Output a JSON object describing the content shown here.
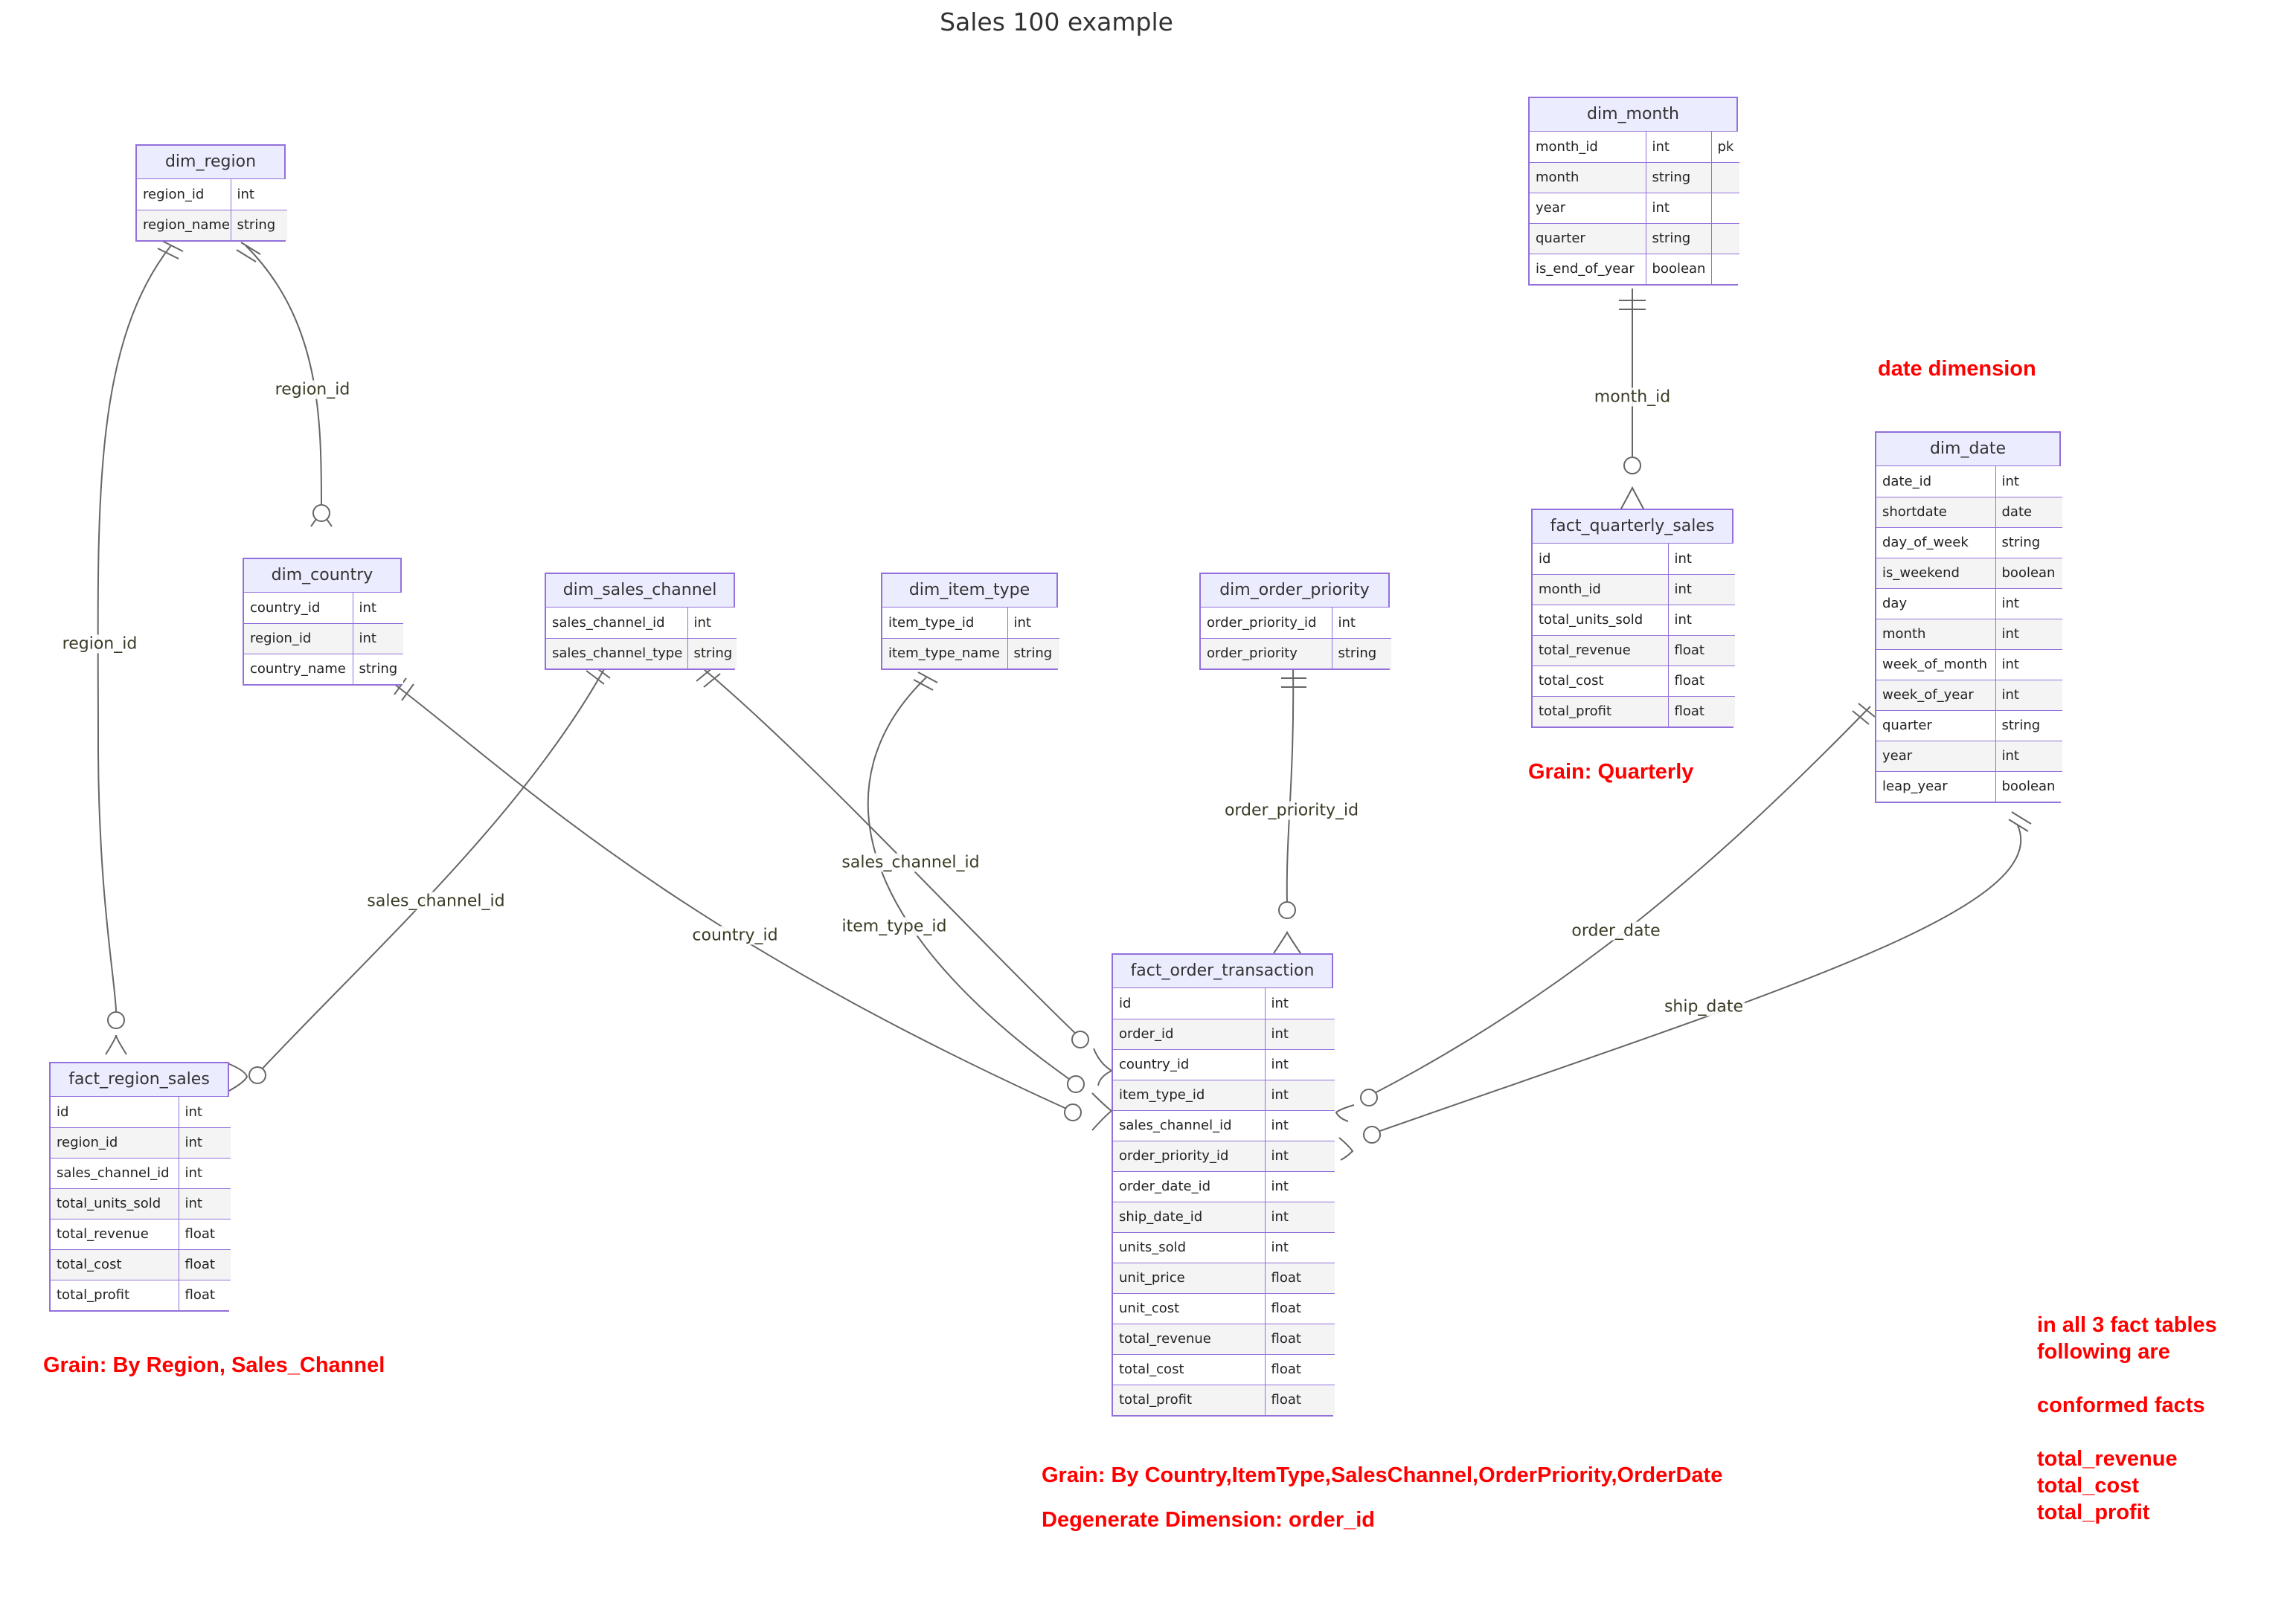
{
  "title": "Sales 100 example",
  "colors": {
    "entity_border": "#9370DB",
    "entity_header": "#ECECFF",
    "edge": "#666666",
    "note": "#FF0000"
  },
  "entities": {
    "dim_region": {
      "name": "dim_region",
      "rows": [
        [
          "region_id",
          "int"
        ],
        [
          "region_name",
          "string"
        ]
      ]
    },
    "dim_country": {
      "name": "dim_country",
      "rows": [
        [
          "country_id",
          "int"
        ],
        [
          "region_id",
          "int"
        ],
        [
          "country_name",
          "string"
        ]
      ]
    },
    "dim_sales_channel": {
      "name": "dim_sales_channel",
      "rows": [
        [
          "sales_channel_id",
          "int"
        ],
        [
          "sales_channel_type",
          "string"
        ]
      ]
    },
    "dim_item_type": {
      "name": "dim_item_type",
      "rows": [
        [
          "item_type_id",
          "int"
        ],
        [
          "item_type_name",
          "string"
        ]
      ]
    },
    "dim_order_priority": {
      "name": "dim_order_priority",
      "rows": [
        [
          "order_priority_id",
          "int"
        ],
        [
          "order_priority",
          "string"
        ]
      ]
    },
    "dim_month": {
      "name": "dim_month",
      "rows": [
        [
          "month_id",
          "int",
          "pk"
        ],
        [
          "month",
          "string",
          ""
        ],
        [
          "year",
          "int",
          ""
        ],
        [
          "quarter",
          "string",
          ""
        ],
        [
          "is_end_of_year",
          "boolean",
          ""
        ]
      ]
    },
    "fact_quarterly_sales": {
      "name": "fact_quarterly_sales",
      "rows": [
        [
          "id",
          "int"
        ],
        [
          "month_id",
          "int"
        ],
        [
          "total_units_sold",
          "int"
        ],
        [
          "total_revenue",
          "float"
        ],
        [
          "total_cost",
          "float"
        ],
        [
          "total_profit",
          "float"
        ]
      ]
    },
    "dim_date": {
      "name": "dim_date",
      "rows": [
        [
          "date_id",
          "int"
        ],
        [
          "shortdate",
          "date"
        ],
        [
          "day_of_week",
          "string"
        ],
        [
          "is_weekend",
          "boolean"
        ],
        [
          "day",
          "int"
        ],
        [
          "month",
          "int"
        ],
        [
          "week_of_month",
          "int"
        ],
        [
          "week_of_year",
          "int"
        ],
        [
          "quarter",
          "string"
        ],
        [
          "year",
          "int"
        ],
        [
          "leap_year",
          "boolean"
        ]
      ]
    },
    "fact_region_sales": {
      "name": "fact_region_sales",
      "rows": [
        [
          "id",
          "int"
        ],
        [
          "region_id",
          "int"
        ],
        [
          "sales_channel_id",
          "int"
        ],
        [
          "total_units_sold",
          "int"
        ],
        [
          "total_revenue",
          "float"
        ],
        [
          "total_cost",
          "float"
        ],
        [
          "total_profit",
          "float"
        ]
      ]
    },
    "fact_order_transaction": {
      "name": "fact_order_transaction",
      "rows": [
        [
          "id",
          "int"
        ],
        [
          "order_id",
          "int"
        ],
        [
          "country_id",
          "int"
        ],
        [
          "item_type_id",
          "int"
        ],
        [
          "sales_channel_id",
          "int"
        ],
        [
          "order_priority_id",
          "int"
        ],
        [
          "order_date_id",
          "int"
        ],
        [
          "ship_date_id",
          "int"
        ],
        [
          "units_sold",
          "int"
        ],
        [
          "unit_price",
          "float"
        ],
        [
          "unit_cost",
          "float"
        ],
        [
          "total_revenue",
          "float"
        ],
        [
          "total_cost",
          "float"
        ],
        [
          "total_profit",
          "float"
        ]
      ]
    }
  },
  "relationships": [
    {
      "from": "dim_region",
      "to": "dim_country",
      "label": "region_id"
    },
    {
      "from": "dim_region",
      "to": "fact_region_sales",
      "label": "region_id"
    },
    {
      "from": "dim_sales_channel",
      "to": "fact_region_sales",
      "label": "sales_channel_id"
    },
    {
      "from": "dim_country",
      "to": "fact_order_transaction",
      "label": "country_id"
    },
    {
      "from": "dim_sales_channel",
      "to": "fact_order_transaction",
      "label": "sales_channel_id"
    },
    {
      "from": "dim_item_type",
      "to": "fact_order_transaction",
      "label": "item_type_id"
    },
    {
      "from": "dim_order_priority",
      "to": "fact_order_transaction",
      "label": "order_priority_id"
    },
    {
      "from": "dim_date",
      "to": "fact_order_transaction",
      "label": "order_date"
    },
    {
      "from": "dim_date",
      "to": "fact_order_transaction",
      "label": "ship_date"
    },
    {
      "from": "dim_month",
      "to": "fact_quarterly_sales",
      "label": "month_id"
    }
  ],
  "notes": {
    "date_dimension": "date dimension",
    "grain_quarterly": "Grain: Quarterly",
    "grain_region": "Grain: By Region, Sales_Channel",
    "grain_order": "Grain: By  Country,ItemType,SalesChannel,OrderPriority,OrderDate",
    "degenerate": "Degenerate Dimension: order_id",
    "conformed_1": "in all 3 fact tables",
    "conformed_2": "following are",
    "conformed_3": "conformed facts",
    "conformed_4": "total_revenue",
    "conformed_5": "total_cost",
    "conformed_6": "total_profit"
  }
}
